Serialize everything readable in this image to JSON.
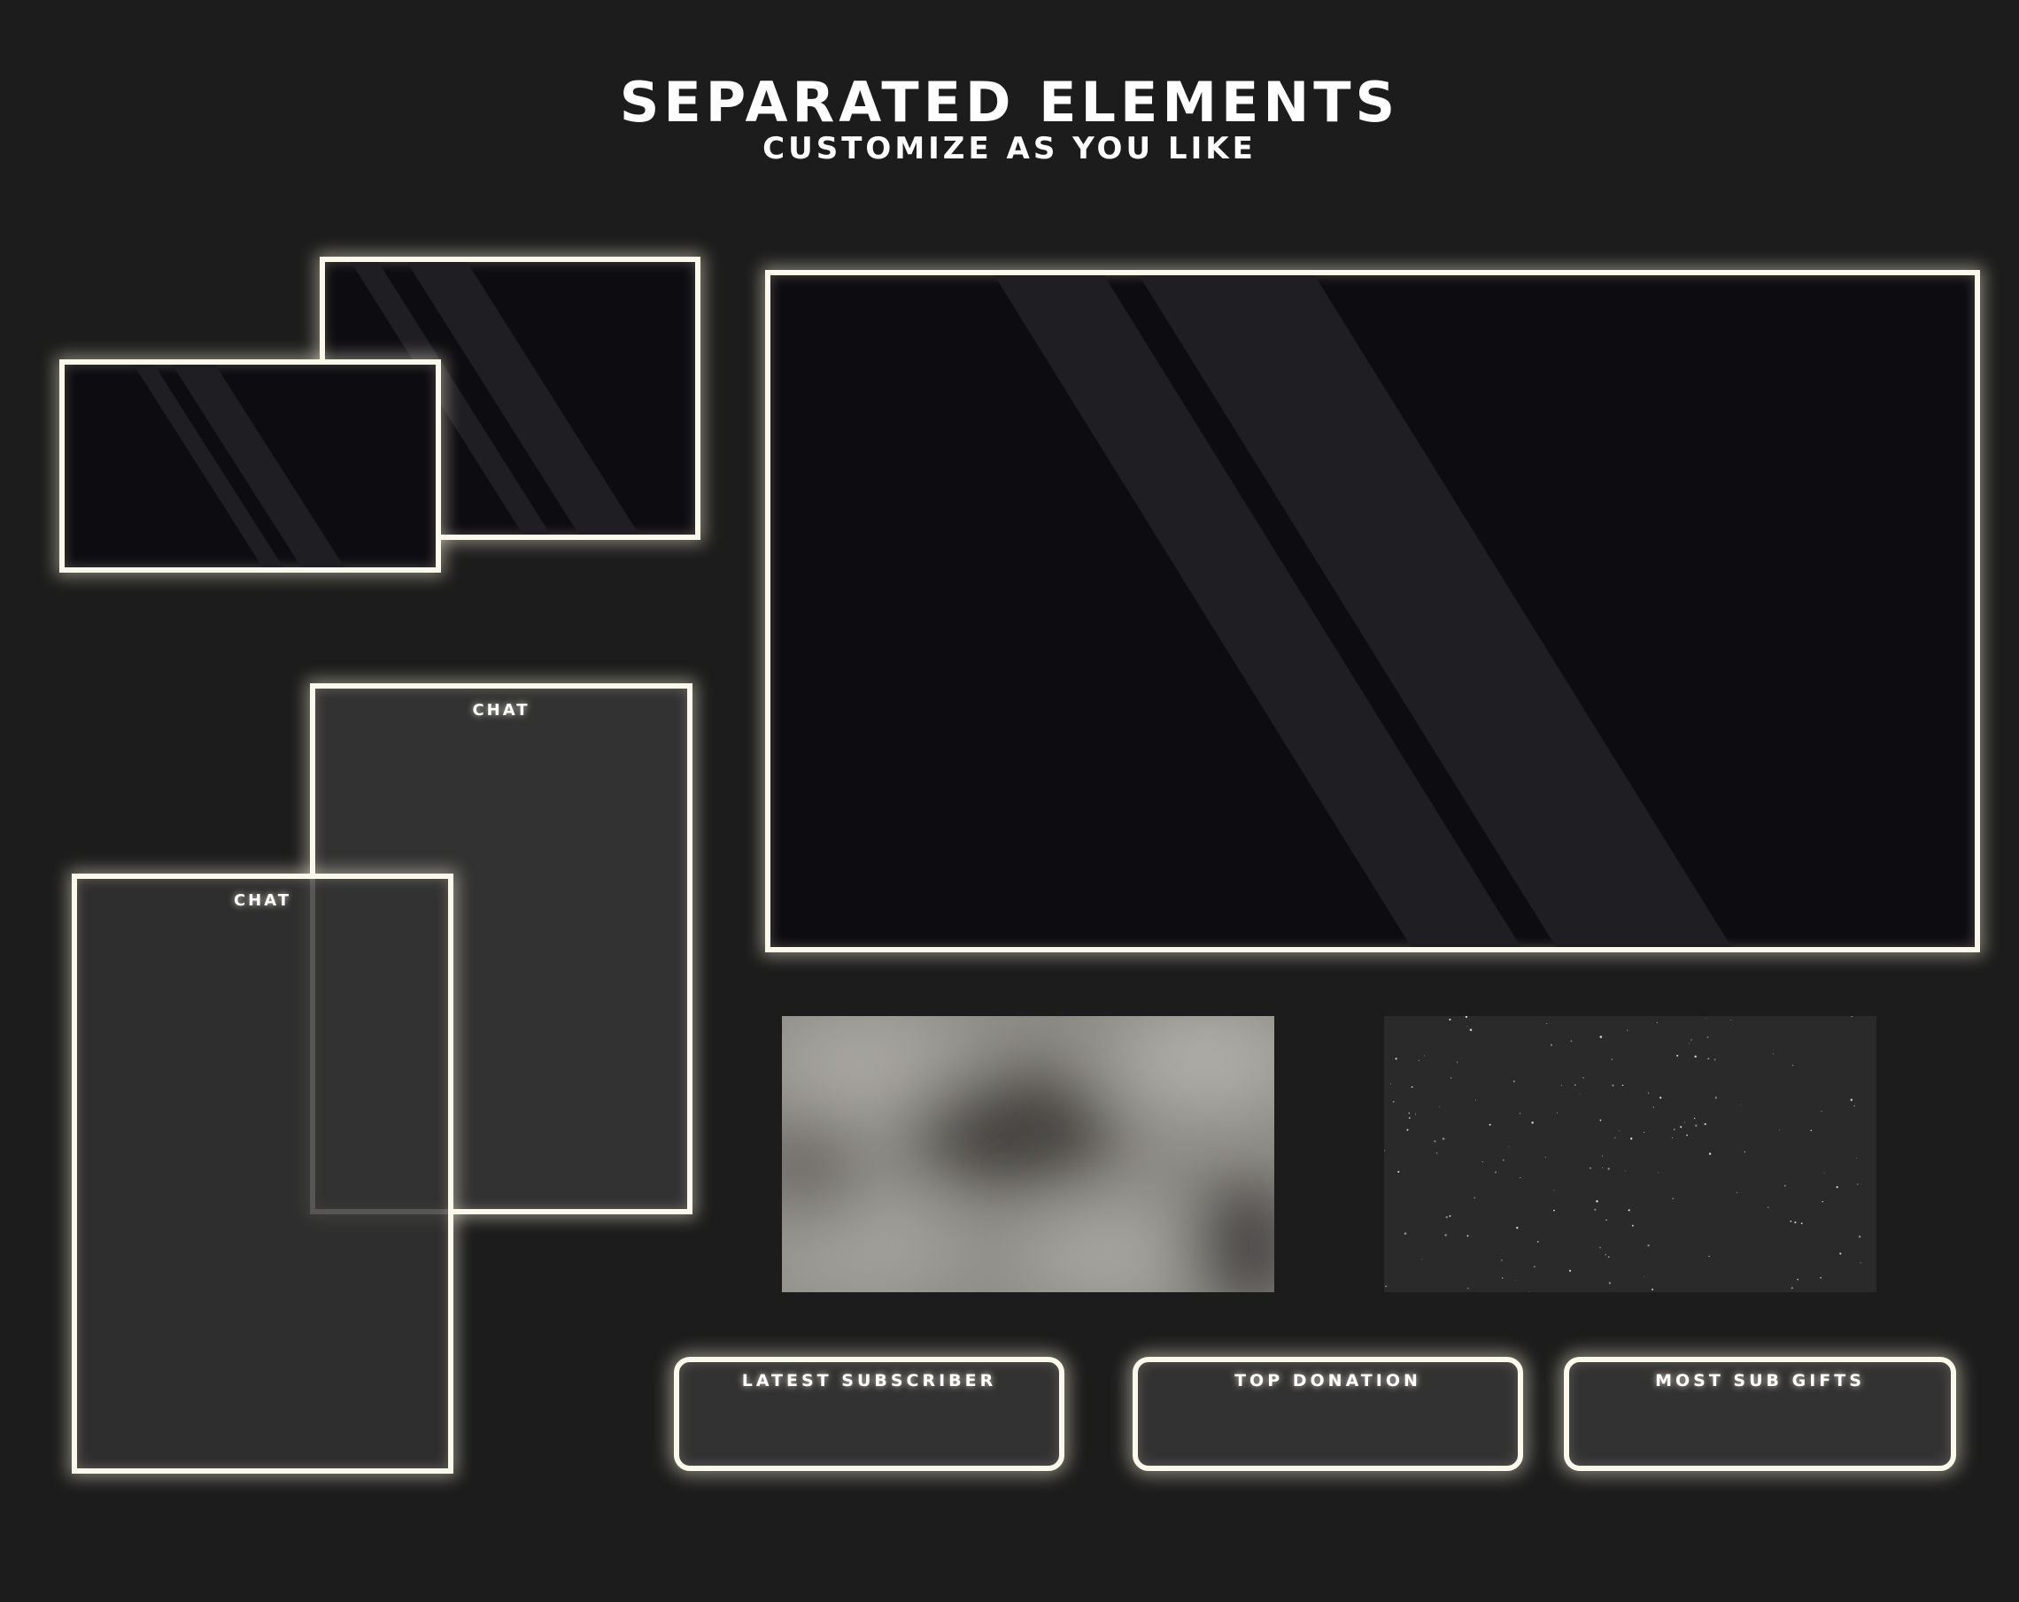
{
  "header": {
    "title": "SEPARATED ELEMENTS",
    "subtitle": "CUSTOMIZE AS YOU LIKE"
  },
  "chat_panels": [
    {
      "label": "CHAT"
    },
    {
      "label": "CHAT"
    }
  ],
  "alerts": [
    {
      "label": "LATEST SUBSCRIBER"
    },
    {
      "label": "TOP DONATION"
    },
    {
      "label": "MOST SUB GIFTS"
    }
  ],
  "colors": {
    "background": "#1c1c1c",
    "frame_glow": "#fbf8ec",
    "screen_fill": "#0d0c10",
    "panel_fill": "#343434"
  }
}
